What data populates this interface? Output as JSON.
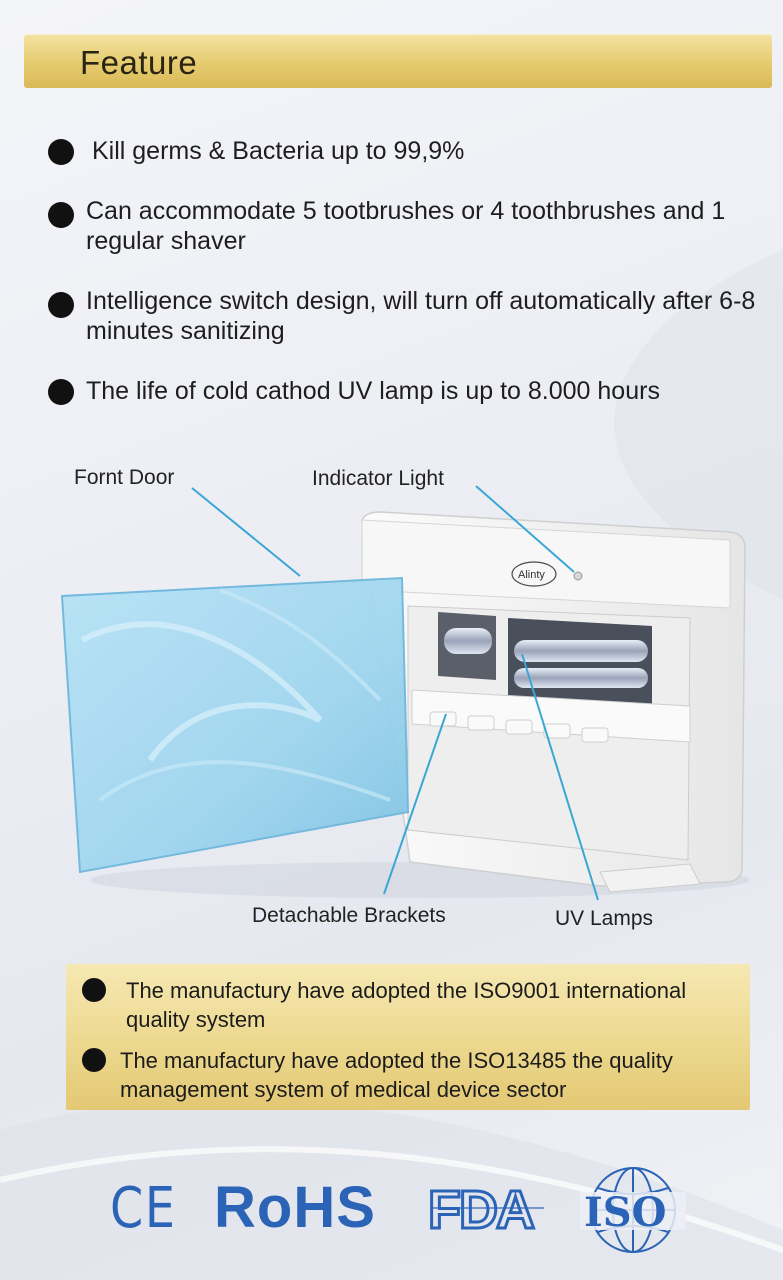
{
  "header": {
    "title": "Feature"
  },
  "features": [
    {
      "text": "Kill germs & Bacteria up to 99,9%"
    },
    {
      "text": "Can accommodate 5 tootbrushes or 4 toothbrushes and 1 regular shaver"
    },
    {
      "text": "Intelligence switch design, will turn off automatically after 6-8 minutes sanitizing"
    },
    {
      "text": "The life of cold cathod UV lamp is up to 8.000 hours"
    }
  ],
  "diagram": {
    "brand": "Alinty",
    "callouts": {
      "front_door": "Fornt Door",
      "indicator_light": "Indicator Light",
      "detachable_brackets": "Detachable Brackets",
      "uv_lamps": "UV Lamps"
    },
    "colors": {
      "leader_line": "#3aa6d6",
      "door": "#a9dcf2",
      "body": "#f4f4f4"
    }
  },
  "quality": [
    {
      "text": "The manufactury have adopted the ISO9001 international quality system"
    },
    {
      "text": "The manufactury have adopted the ISO13485 the quality management system of medical device sector"
    }
  ],
  "certifications": {
    "ce": "CE",
    "rohs": "RoHS",
    "fda": "FDA",
    "iso": "ISO",
    "color": "#2b64b6"
  }
}
